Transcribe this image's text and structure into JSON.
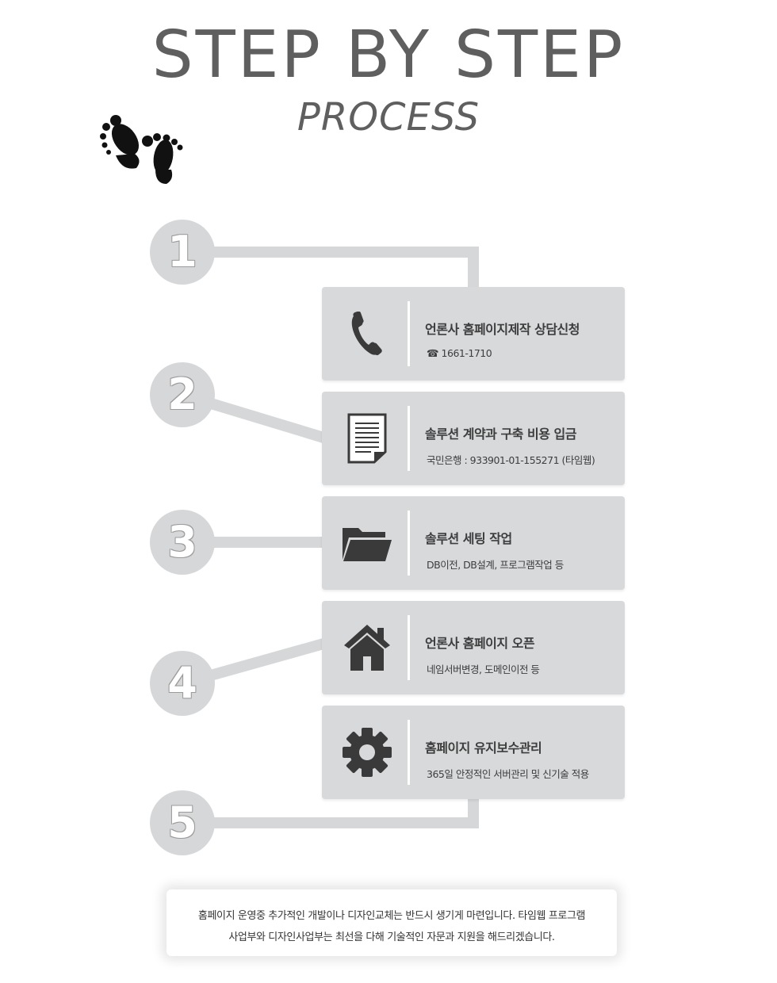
{
  "header": {
    "title": "STEP BY STEP",
    "subtitle": "PROCESS",
    "logo_icon": "footprints-icon"
  },
  "colors": {
    "title": "#5f5f5f",
    "panel": "#d7d9db",
    "circle": "#d5d7d9",
    "icon": "#3a3a3a",
    "text": "#3d3d3d"
  },
  "steps": [
    {
      "number": "1",
      "icon": "phone-icon",
      "title": "언론사 홈페이지제작 상담신청",
      "desc": "☎ 1661-1710"
    },
    {
      "number": "2",
      "icon": "document-icon",
      "title": "솔루션 계약과 구축 비용 입금",
      "desc": "국민은행 : 933901-01-155271 (타임웹)"
    },
    {
      "number": "3",
      "icon": "folder-icon",
      "title": "솔루션 세팅 작업",
      "desc": "DB이전, DB설계, 프로그램작업 등"
    },
    {
      "number": "4",
      "icon": "home-icon",
      "title": "언론사 홈페이지 오픈",
      "desc": "네임서버변경, 도메인이전  등"
    },
    {
      "number": "5",
      "icon": "gear-icon",
      "title": "홈페이지  유지보수관리",
      "desc": "365일 안정적인 서버관리 및 신기술 적용"
    }
  ],
  "footer": {
    "line1": "홈페이지 운영중 추가적인 개발이나 디자인교체는 반드시 생기게 마련입니다. 타임웹 프로그램",
    "line2": "사업부와 디자인사업부는  최선을 다해 기술적인 자문과 지원을 해드리겠습니다."
  }
}
